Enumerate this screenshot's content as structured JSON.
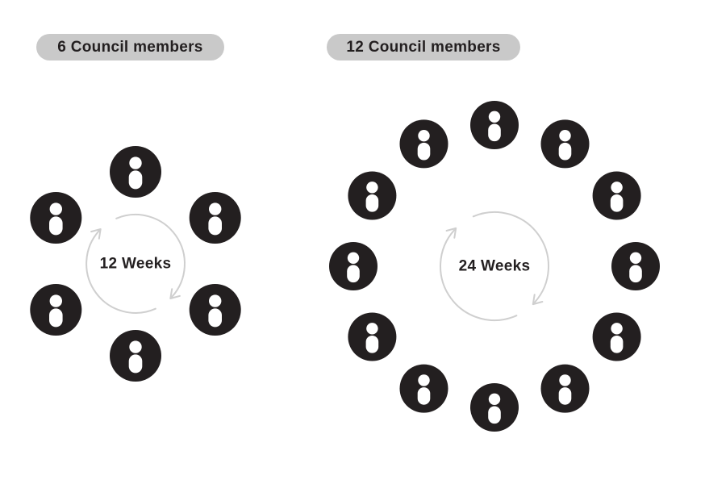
{
  "diagrams": [
    {
      "id": "council-6",
      "badge_label": "6 Council members",
      "member_count": 6,
      "cycle_duration_label": "12 Weeks"
    },
    {
      "id": "council-12",
      "badge_label": "12 Council members",
      "member_count": 12,
      "cycle_duration_label": "24 Weeks"
    }
  ],
  "icons": {
    "member": "person-icon",
    "rotation": "clockwise-rotation-arrows-icon"
  },
  "colors": {
    "background": "#ffffff",
    "member_circle": "#231f20",
    "member_glyph": "#ffffff",
    "badge_background": "#c9c9c9",
    "badge_text": "#231f20",
    "cycle_arrow": "#cfcfcf",
    "duration_text": "#231f20"
  }
}
